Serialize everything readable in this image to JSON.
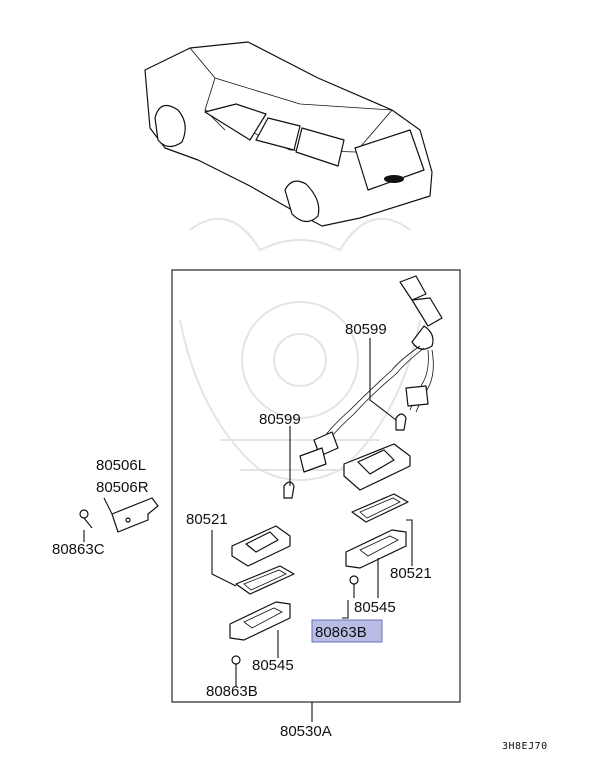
{
  "diagram": {
    "parts": {
      "p80599_top": "80599",
      "p80599_left": "80599",
      "p80506L": "80506L",
      "p80506R": "80506R",
      "p80863C": "80863C",
      "p80521_left": "80521",
      "p80521_right": "80521",
      "p80545_right": "80545",
      "p80545_left": "80545",
      "p80863B_highlight": "80863B",
      "p80863B": "80863B",
      "p80530A": "80530A"
    },
    "figure_code": "3H8EJ70",
    "colors": {
      "highlight_fill": "#b9bde6",
      "highlight_stroke": "#6a6fb8",
      "line": "#111111"
    }
  }
}
